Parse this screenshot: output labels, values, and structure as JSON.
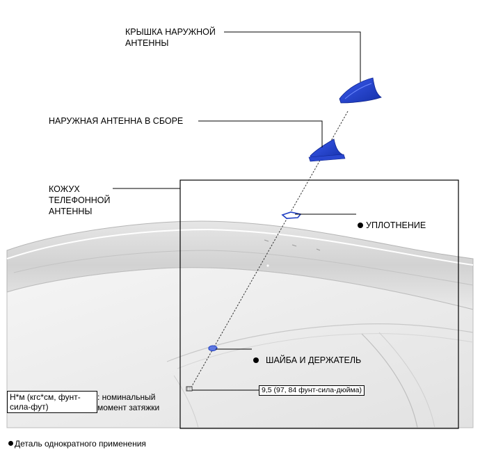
{
  "labels": {
    "cover": "КРЫШКА НАРУЖНОЙ\nАНТЕННЫ",
    "antenna_assembly": "НАРУЖНАЯ АНТЕННА В СБОРЕ",
    "phone_antenna_housing": "КОЖУХ\nТЕЛЕФОННОЙ\nАНТЕННЫ",
    "seal": "УПЛОТНЕНИЕ",
    "washer_holder": "ШАЙБА И ДЕРЖАТЕЛЬ"
  },
  "torque": {
    "value": "9,5 (97, 84 фунт-сила-дюйма)"
  },
  "legend": {
    "unit_box": "Н*м (кгс*см, фунт-\nсила-фут)",
    "unit_desc": ": номинальный\nмомент затяжки",
    "non_reusable": "Деталь однократного применения"
  },
  "colors": {
    "part_blue": "#1f3fc4",
    "line": "#000000",
    "car_body_light": "#f2f2f2",
    "car_body_shade": "#d4d4d4"
  }
}
